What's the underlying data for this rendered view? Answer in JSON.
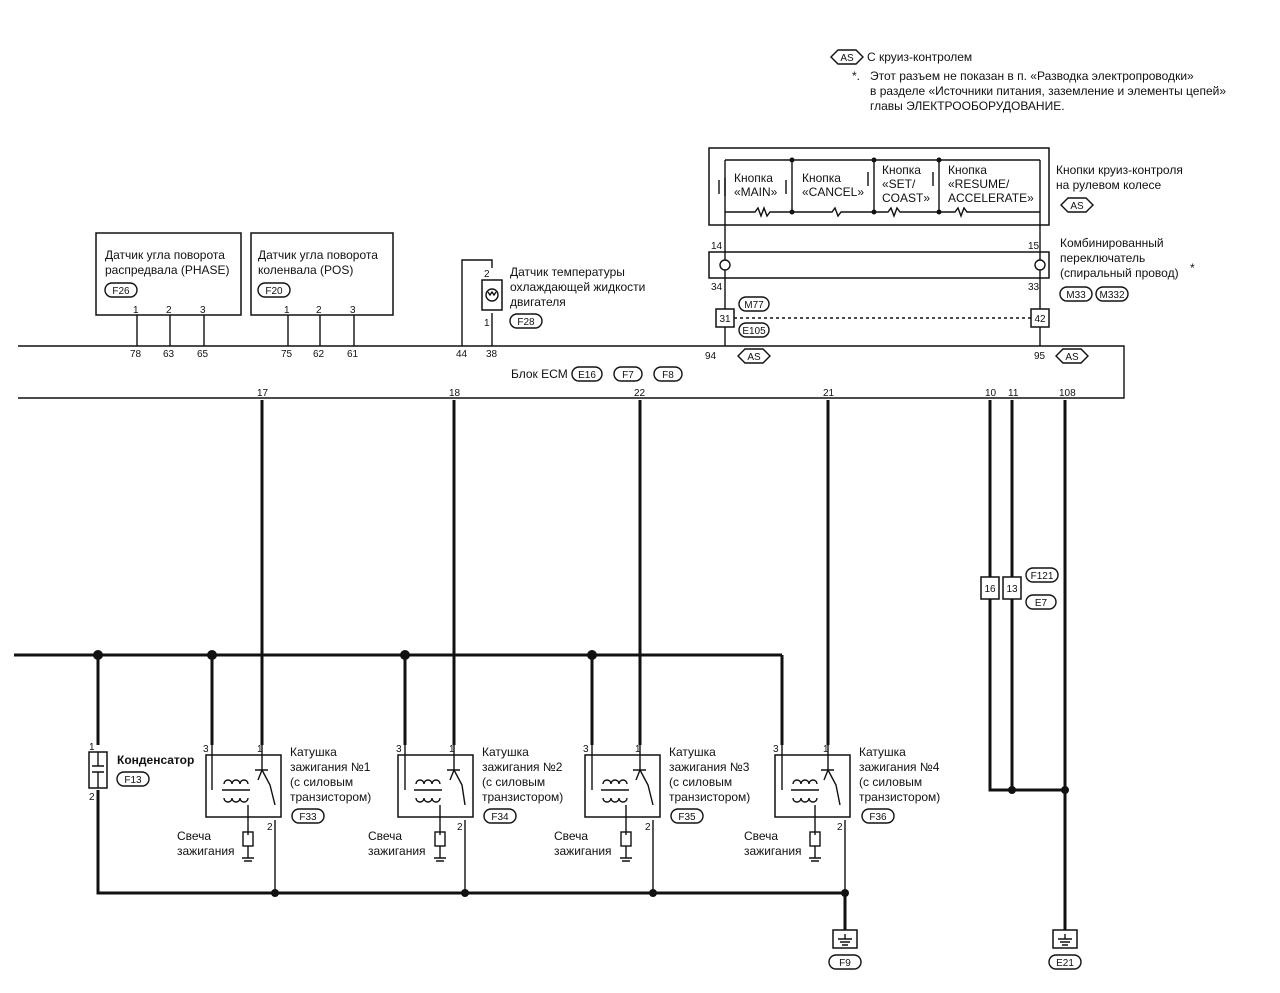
{
  "legend": {
    "as_badge": "AS",
    "as_text": "С круиз-контролем",
    "star": "*.",
    "note_lines": [
      "Этот разъем не показан в п. «Разводка электропроводки»",
      "в разделе «Источники питания, заземление и элементы цепей»",
      "главы  ЭЛЕКТРООБОРУДОВАНИЕ."
    ]
  },
  "cruise_buttons": {
    "buttons": [
      [
        "Кнопка",
        "«MAIN»"
      ],
      [
        "Кнопка",
        "«CANCEL»"
      ],
      [
        "Кнопка",
        "«SET/",
        "COAST»"
      ],
      [
        "Кнопка",
        "«RESUME/",
        "ACCELERATE»"
      ]
    ],
    "caption": [
      "Кнопки круиз-контроля",
      "на рулевом колесе"
    ],
    "badge": "AS"
  },
  "combo_switch": {
    "caption": [
      "Комбинированный",
      "переключатель",
      "(спиральный провод)"
    ],
    "star": "*",
    "connectors": [
      "M33",
      "M332"
    ],
    "pins": {
      "top_left": "14",
      "top_right": "15",
      "bottom_left": "34",
      "bottom_right": "33"
    }
  },
  "join_connectors": {
    "left_pin": "31",
    "right_pin": "42",
    "top": "M77",
    "bottom": "E105"
  },
  "phase_sensor": {
    "title": [
      "Датчик угла поворота",
      "распредвала (PHASE)"
    ],
    "connector": "F26",
    "pins": [
      "1",
      "2",
      "3"
    ],
    "ecm_pins": [
      "78",
      "63",
      "65"
    ]
  },
  "pos_sensor": {
    "title": [
      "Датчик угла поворота",
      "коленвала (POS)"
    ],
    "connector": "F20",
    "pins": [
      "1",
      "2",
      "3"
    ],
    "ecm_pins": [
      "75",
      "62",
      "61"
    ]
  },
  "temp_sensor": {
    "title": [
      "Датчик температуры",
      "охлаждающей жидкости",
      "двигателя"
    ],
    "connector": "F28",
    "pins": [
      "2",
      "1"
    ],
    "ecm_pins": [
      "44",
      "38"
    ]
  },
  "ecm": {
    "label": "Блок ECM",
    "connectors": [
      "E16",
      "F7",
      "F8"
    ],
    "pin_94": "94",
    "pin_95": "95",
    "badge": "AS",
    "bottom_pins": [
      "17",
      "18",
      "22",
      "21",
      "10",
      "11",
      "108"
    ]
  },
  "f121_connector": {
    "pins": [
      "16",
      "13"
    ],
    "connectors": [
      "F121",
      "E7"
    ]
  },
  "condenser": {
    "label": "Конденсатор",
    "connector": "F13",
    "pins": [
      "1",
      "2"
    ]
  },
  "coils": [
    {
      "title": [
        "Катушка",
        "зажигания №1",
        "(с силовым",
        "транзистором)"
      ],
      "connector": "F33",
      "pins": [
        "3",
        "1",
        "2"
      ],
      "plug": [
        "Свеча",
        "зажигания"
      ]
    },
    {
      "title": [
        "Катушка",
        "зажигания №2",
        "(с силовым",
        "транзистором)"
      ],
      "connector": "F34",
      "pins": [
        "3",
        "1",
        "2"
      ],
      "plug": [
        "Свеча",
        "зажигания"
      ]
    },
    {
      "title": [
        "Катушка",
        "зажигания №3",
        "(с силовым",
        "транзистором)"
      ],
      "connector": "F35",
      "pins": [
        "3",
        "1",
        "2"
      ],
      "plug": [
        "Свеча",
        "зажигания"
      ]
    },
    {
      "title": [
        "Катушка",
        "зажигания №4",
        "(с силовым",
        "транзистором)"
      ],
      "connector": "F36",
      "pins": [
        "3",
        "1",
        "2"
      ],
      "plug": [
        "Свеча",
        "зажигания"
      ]
    }
  ],
  "grounds": [
    "F9",
    "E21"
  ]
}
